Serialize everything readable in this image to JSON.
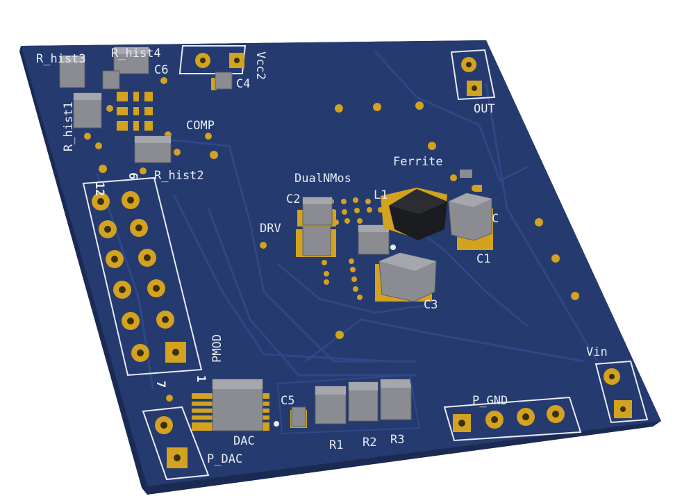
{
  "board": {
    "colors": {
      "background": "#ffffff",
      "board_top": "#253a6e",
      "board_edge": "#1a2a52",
      "trace": "#2f4a8a",
      "silk": "#e8ecf4",
      "gold": "#d3a21e",
      "component": "#8a8c92",
      "inductor": "#1b1c20"
    },
    "silkscreen": {
      "r_hist3": "R_hist3",
      "r_hist4": "R_hist4",
      "c6": "C6",
      "c4": "C4",
      "vcc2": "Vcc2",
      "out": "OUT",
      "r_hist1": "R_hist1",
      "comp": "COMP",
      "r_hist2": "R_hist2",
      "pin12": "12",
      "pin6": "6",
      "ferrite": "Ferrite",
      "dualnmos": "DualNMos",
      "c2": "C2",
      "l1": "L1",
      "drv": "DRV",
      "c_right": "C",
      "c1": "C1",
      "c3": "C3",
      "pmod": "PMOD",
      "pin7": "7",
      "pin1": "1",
      "c5": "C5",
      "dac": "DAC",
      "r1": "R1",
      "r2": "R2",
      "r3": "R3",
      "p_dac": "P_DAC",
      "p_gnd": "P_GND",
      "vin": "Vin"
    }
  }
}
